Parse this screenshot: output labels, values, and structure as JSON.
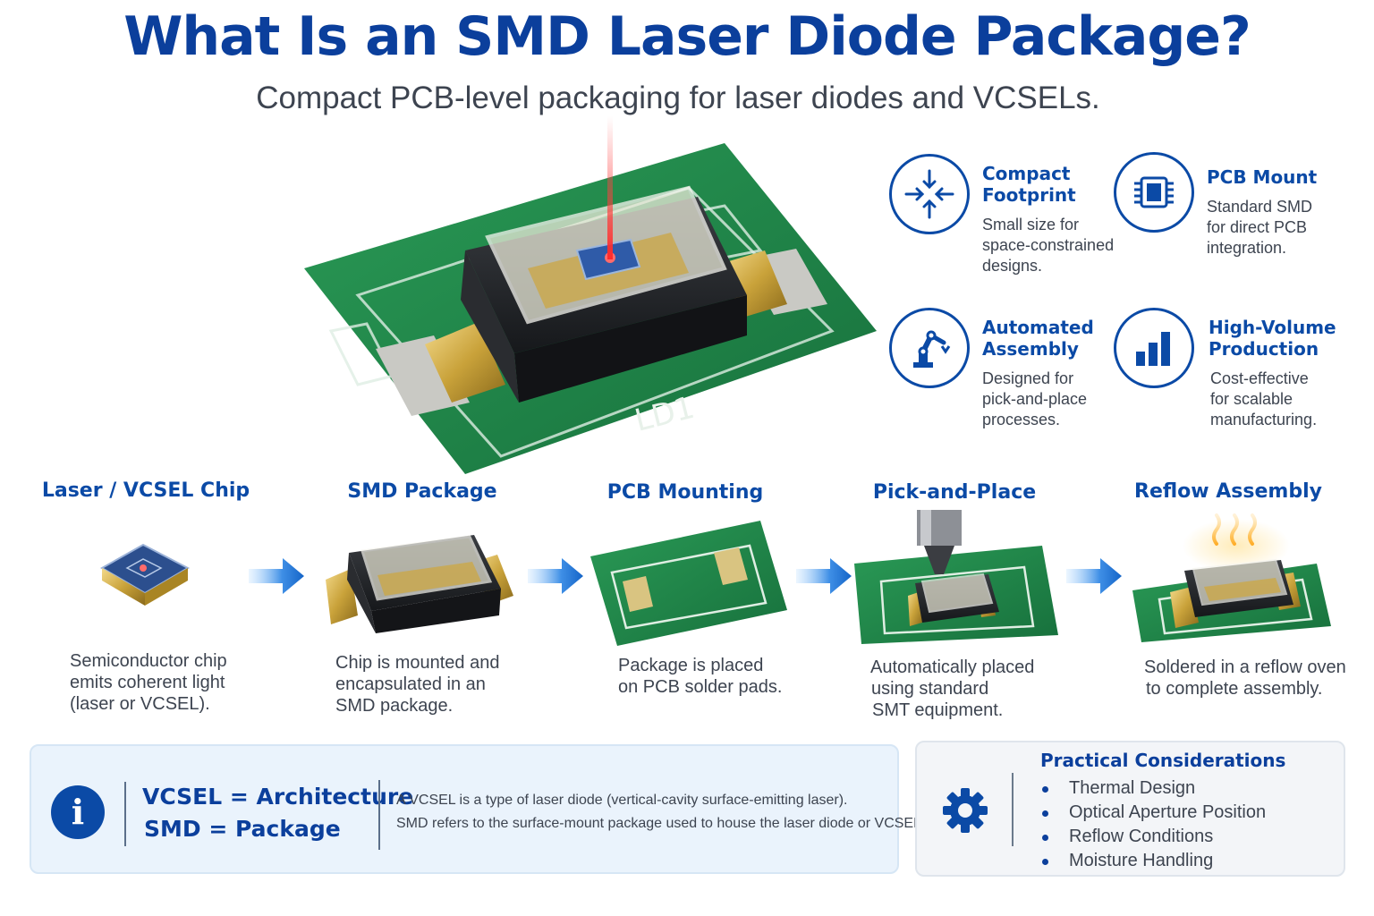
{
  "header": {
    "title": "What Is an SMD Laser Diode Package?",
    "subtitle": "Compact PCB-level packaging for laser diodes and VCSELs."
  },
  "hero": {
    "silkscreen_label": "LD1"
  },
  "features": [
    {
      "icon": "compress-arrows-icon",
      "title_lines": [
        "Compact",
        "Footprint"
      ],
      "desc_lines": [
        "Small size for",
        "space-constrained",
        "designs."
      ]
    },
    {
      "icon": "chip-icon",
      "title_lines": [
        "PCB Mount"
      ],
      "desc_lines": [
        "Standard SMD",
        "for direct PCB",
        "integration."
      ]
    },
    {
      "icon": "robot-arm-icon",
      "title_lines": [
        "Automated",
        "Assembly"
      ],
      "desc_lines": [
        "Designed for",
        "pick-and-place",
        "processes."
      ]
    },
    {
      "icon": "bar-chart-icon",
      "title_lines": [
        "High-Volume",
        "Production"
      ],
      "desc_lines": [
        "Cost-effective",
        "for scalable",
        "manufacturing."
      ]
    }
  ],
  "process": [
    {
      "title": "Laser / VCSEL Chip",
      "desc_lines": [
        "Semiconductor chip",
        "emits coherent light",
        "(laser or VCSEL)."
      ]
    },
    {
      "title": "SMD Package",
      "desc_lines": [
        "Chip is mounted and",
        "encapsulated in an",
        "SMD package."
      ]
    },
    {
      "title": "PCB Mounting",
      "desc_lines": [
        "Package is placed",
        "on PCB solder pads."
      ]
    },
    {
      "title": "Pick-and-Place",
      "desc_lines": [
        "Automatically placed",
        "using standard",
        "SMT equipment."
      ]
    },
    {
      "title": "Reflow Assembly",
      "desc_lines": [
        "Soldered in a reflow oven",
        "to complete assembly."
      ]
    }
  ],
  "info": {
    "icon": "info-icon",
    "line1": "VCSEL = Architecture",
    "line2": "SMD = Package",
    "note1": "A VCSEL is a type of laser diode (vertical-cavity surface-emitting laser).",
    "note2": "SMD refers to the surface-mount package used to house the laser diode or VCSEL."
  },
  "considerations": {
    "icon": "gear-icon",
    "title": "Practical Considerations",
    "items": [
      "Thermal Design",
      "Optical Aperture Position",
      "Reflow Conditions",
      "Moisture Handling"
    ]
  },
  "colors": {
    "brand_blue": "#0b3f9c",
    "pcb_green": "#1f8a4c",
    "gold": "#c9a23a",
    "arrow_blue": "#1e78d6",
    "laser_red": "#ff2a2a"
  }
}
